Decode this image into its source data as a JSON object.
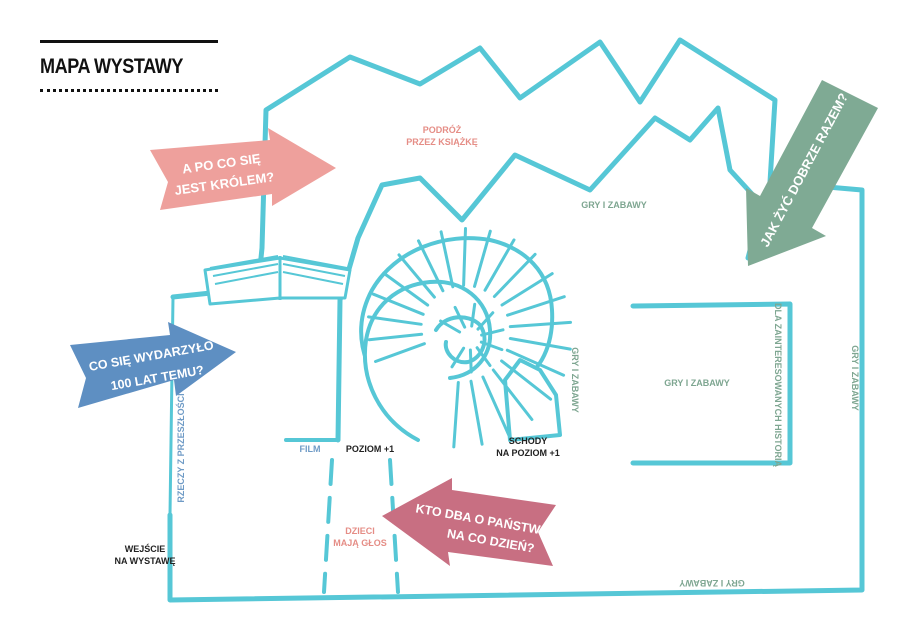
{
  "title": "MAPA WYSTAWY",
  "colors": {
    "wall": "#56c7d6",
    "pink_arrow": "#eea09c",
    "blue_arrow": "#5e8fc2",
    "green_arrow": "#7faa94",
    "rose_arrow": "#c86f82",
    "pink_label": "#e58d86",
    "green_label": "#7ea691",
    "blue_label": "#6f9bc6",
    "dark_label": "#222222",
    "stair_fill": "#ffffff"
  },
  "icons": [
    "open-book-icon",
    "spiral-staircase-icon"
  ],
  "arrows": {
    "krol": {
      "line1": "A PO CO SIĘ",
      "line2": "JEST KRÓLEM?"
    },
    "historia": {
      "line1": "CO SIĘ WYDARZYŁO",
      "line2": "100 LAT TEMU?"
    },
    "razem": {
      "line1": "JAK ŻYĆ DOBRZE RAZEM?"
    },
    "panstwo": {
      "line1": "KTO DBA O PAŃSTWO",
      "line2": "NA CO DZIEŃ?"
    }
  },
  "labels": {
    "podroz": {
      "line1": "PODRÓŻ",
      "line2": "PRZEZ KSIĄŻKĘ"
    },
    "gry_top": "GRY I ZABAWY",
    "gry_stairs": "GRY I ZABAWY",
    "gry_center": "GRY I ZABAWY",
    "gry_right": "GRY I ZABAWY",
    "gry_bottom": "GRY I ZABAWY",
    "dla_zainteresowanych": "DLA ZAINTERESOWANYCH HISTORIĄ",
    "rzeczy": "RZECZY Z PRZESZŁOŚCI",
    "film": "FILM",
    "poziom": "POZIOM +1",
    "schody": {
      "line1": "SCHODY",
      "line2": "NA POZIOM +1"
    },
    "dzieci": {
      "line1": "DZIECI",
      "line2": "MAJĄ GŁOS"
    },
    "wejscie": {
      "line1": "WEJŚCIE",
      "line2": "NA WYSTAWĘ"
    }
  }
}
